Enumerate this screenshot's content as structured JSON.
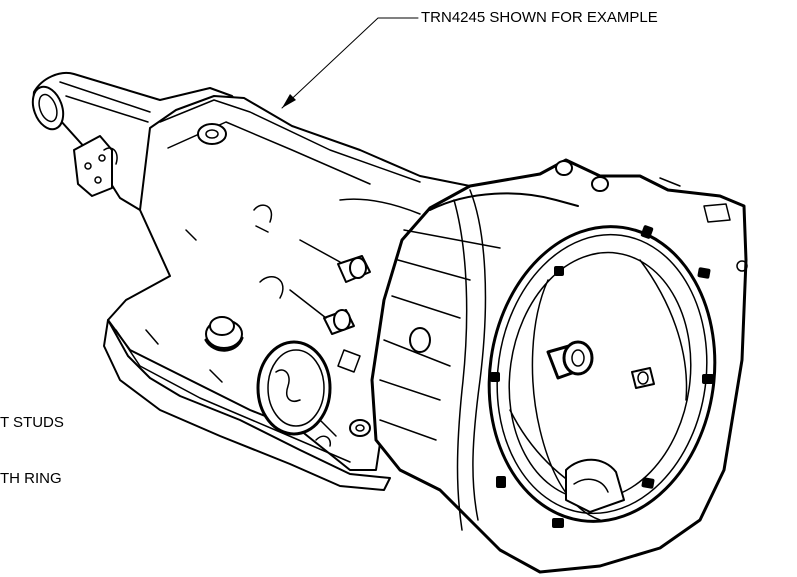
{
  "callouts": {
    "example_label": "TRN4245 SHOWN FOR EXAMPLE",
    "left_line1": "T STUDS",
    "left_line2": "TH RING"
  },
  "colors": {
    "ink": "#000000",
    "paper": "#ffffff"
  }
}
